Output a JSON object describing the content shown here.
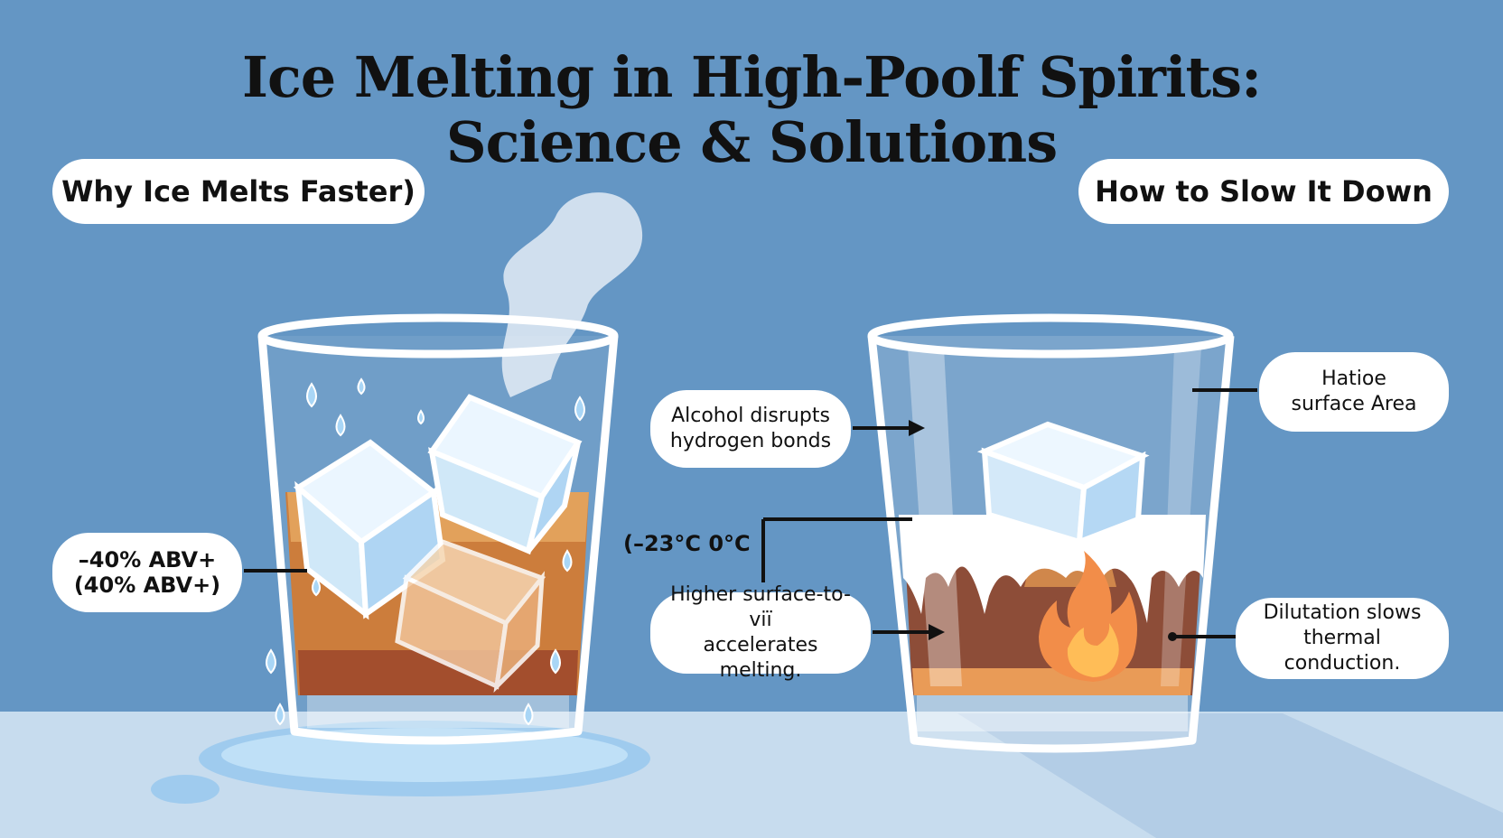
{
  "title": {
    "line1": "Ice Melting in High-Poolf Spirits:",
    "line2": "Science & Solutions"
  },
  "headers": {
    "left": "Why Ice Melts Faster)",
    "right": "How to Slow It Down"
  },
  "labels": {
    "abv": "–40% ABV+\n(40% ABV+)",
    "temp": "(–23°C 0°C",
    "hydrogen": "Alcohol disrupts\nhydrogen bonds",
    "surface_volume": "Higher surface-to-viï\naccelerates melting.",
    "surface_area": "Hatioe\nsurface Area",
    "dilution": "Dilutation slows\nthermal conduction."
  },
  "icons": [
    "steam-icon",
    "ice-cube-icon",
    "water-droplet-icon",
    "flame-icon",
    "arrow-right-icon"
  ],
  "colors": {
    "background": "#6496c4",
    "table": "#c7dcee",
    "whiskey": "#c8722c",
    "ice": "#cfe8f8",
    "flame": "#f07a2a"
  }
}
